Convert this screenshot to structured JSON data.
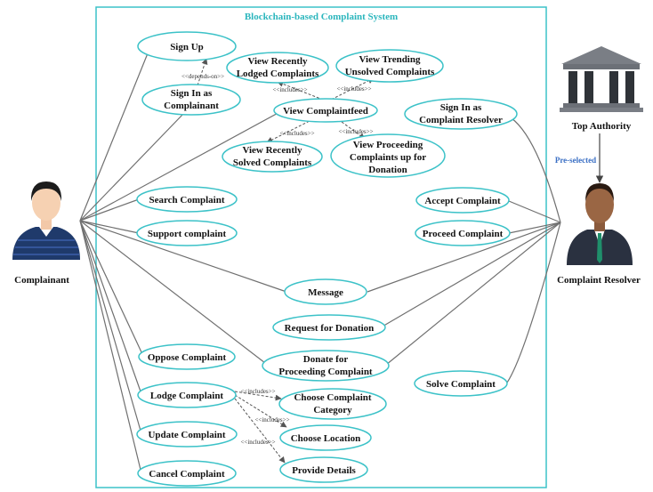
{
  "system": {
    "title": "Blockchain-based Complaint System"
  },
  "actors": {
    "complainant": "Complainant",
    "resolver": "Complaint Resolver",
    "authority": "Top Authority"
  },
  "relation_labels": {
    "preselected": "Pre-selected",
    "includes": "<<includes>>",
    "depends_on": "<<depends-on>>"
  },
  "use_cases": {
    "sign_up": "Sign Up",
    "sign_in_complainant": [
      "Sign In as",
      "Complainant"
    ],
    "view_recent_lodged": [
      "View Recently",
      "Lodged Complaints"
    ],
    "view_trending": [
      "View Trending",
      "Unsolved Complaints"
    ],
    "view_feed": "View Complaintfeed",
    "sign_in_resolver": [
      "Sign In as",
      "Complaint Resolver"
    ],
    "view_recent_solved": [
      "View Recently",
      "Solved Complaints"
    ],
    "view_proceeding": [
      "View Proceeding",
      "Complaints up for",
      "Donation"
    ],
    "search": "Search Complaint",
    "support": "Support complaint",
    "accept": "Accept Complaint",
    "proceed": "Proceed Complaint",
    "message": "Message",
    "request_donation": "Request for Donation",
    "oppose": "Oppose Complaint",
    "donate": [
      "Donate for",
      "Proceeding Complaint"
    ],
    "solve": "Solve Complaint",
    "lodge": "Lodge Complaint",
    "choose_category": [
      "Choose Complaint",
      "Category"
    ],
    "update": "Update Complaint",
    "choose_location": "Choose Location",
    "cancel": "Cancel Complaint",
    "provide_details": "Provide Details"
  },
  "colors": {
    "ellipse_border": "#3cc2c8",
    "system_border": "#3cc2c8",
    "title": "#2bb6bd",
    "preselected": "#3a6fc4",
    "line": "#707070"
  }
}
